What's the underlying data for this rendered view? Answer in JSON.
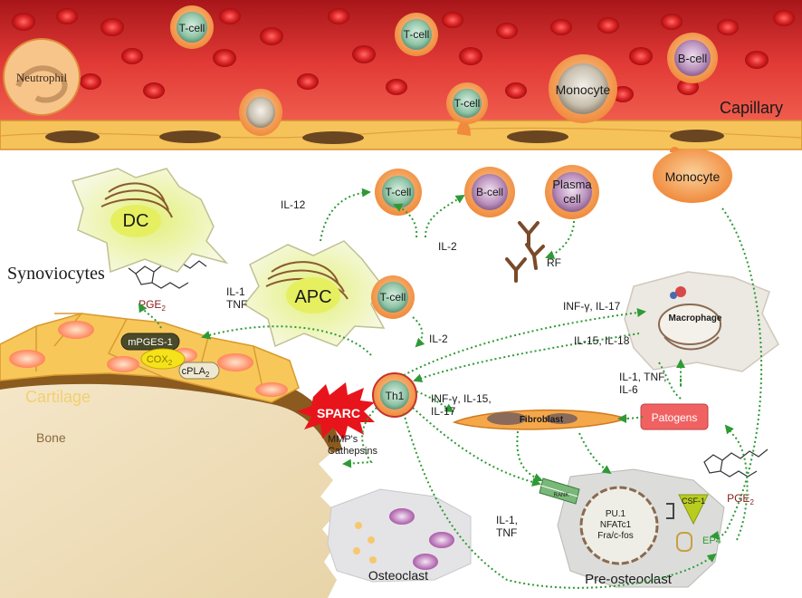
{
  "labels": {
    "capillary": "Capillary",
    "neutrophil": "Neutrophil",
    "tcell": "T-cell",
    "bcell": "B-cell",
    "monocyte": "Monocyte",
    "dc": "DC",
    "apc": "APC",
    "plasma_l1": "Plasma",
    "plasma_l2": "cell",
    "rf": "RF",
    "synoviocytes": "Synoviocytes",
    "pge2": "PGE",
    "pge2_sub": "2",
    "mpges1": "mPGES-1",
    "cox2": "COX",
    "cox2_sub": "2",
    "cpla2": "cPLA",
    "cpla2_sub": "2",
    "cartilage": "Cartilage",
    "bone": "Bone",
    "sparc": "SPARC",
    "th1": "Th1",
    "macrophage": "Macrophage",
    "fibroblast": "Fibroblast",
    "patogens": "Patogens",
    "osteoclast": "Osteoclast",
    "preosteoclast": "Pre-osteoclast",
    "csf1": "CSF-1",
    "ep4": "EP4",
    "nucleus_pu1": "PU.1",
    "nucleus_nfatc1": "NFATc1",
    "nucleus_fra": "Fra/c-fos",
    "rank": "RANK"
  },
  "cytokines": {
    "il12": "IL-12",
    "il2_a": "IL-2",
    "il2_b": "IL-2",
    "il1": "IL-1",
    "tnf": "TNF",
    "inf_il17": "INF-γ, IL-17",
    "il15_il18": "IL-15, IL-18",
    "il1_tnf_l1": "IL-1, TNF,",
    "il1_tnf_l2": "IL-6",
    "inf_il15_l1": "INF-γ, IL-15,",
    "inf_il15_l2": "IL-17",
    "mmps_l1": "MMP's",
    "mmps_l2": "Cathepsins",
    "il1_tnf_low_l1": "IL-1,",
    "il1_tnf_low_l2": "TNF"
  },
  "colors": {
    "capillary_red": "#d8282c",
    "endothelium": "#f5c35a",
    "cartilage": "#8a5a1e",
    "bone": "#f0e2c2",
    "arrow_green": "#2e9a35",
    "sparc_red": "#e8141c",
    "patogens": "#f06262"
  }
}
